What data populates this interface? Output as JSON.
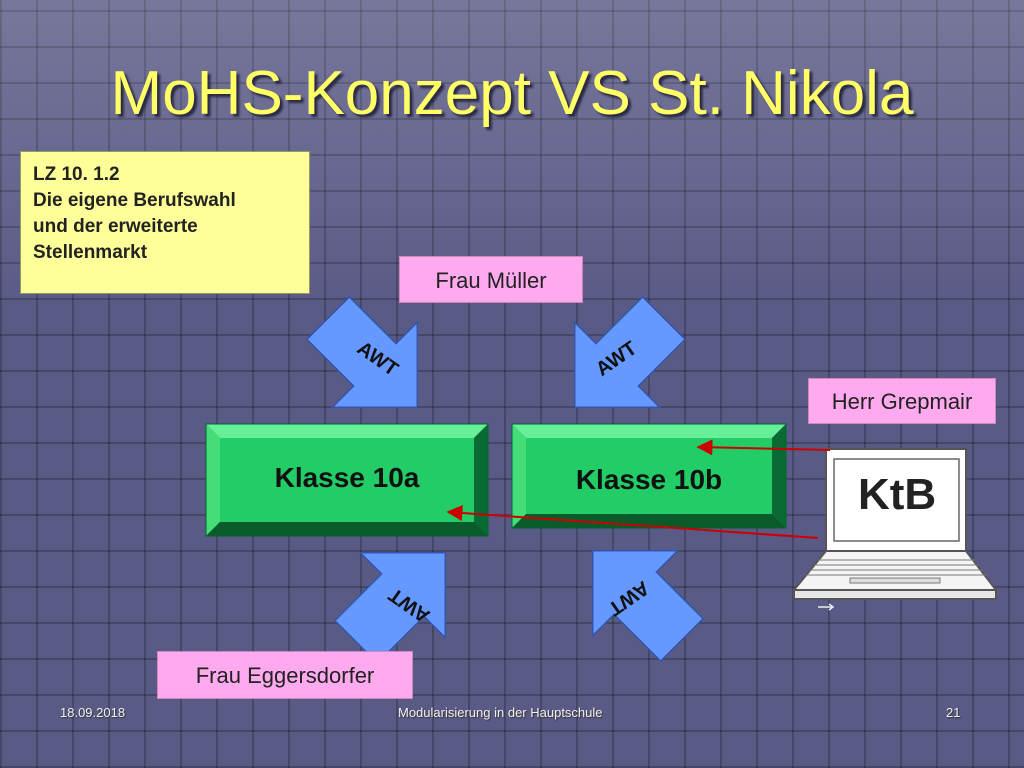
{
  "title": "MoHS-Konzept  VS St. Nikola",
  "lz_box": {
    "lines": [
      "LZ 10. 1.2",
      "Die eigene Berufswahl",
      "und der erweiterte",
      "Stellenmarkt"
    ]
  },
  "people": {
    "top": "Frau Müller",
    "bottom": "Frau Eggersdorfer",
    "right": "Herr Grepmair"
  },
  "classes": {
    "a": "Klasse 10a",
    "b": "Klasse 10b"
  },
  "computer_label": "KtB",
  "arrow_label": "AWT",
  "footer": {
    "date": "18.09.2018",
    "center": "Modularisierung in der Hauptschule",
    "page": "21"
  },
  "colors": {
    "title": "#ffff66",
    "lz_box": "#ffff99",
    "person_label": "#ffaaee",
    "class_box": "#22cc66",
    "arrow": "#6699ff",
    "link_line": "#cc0000"
  }
}
